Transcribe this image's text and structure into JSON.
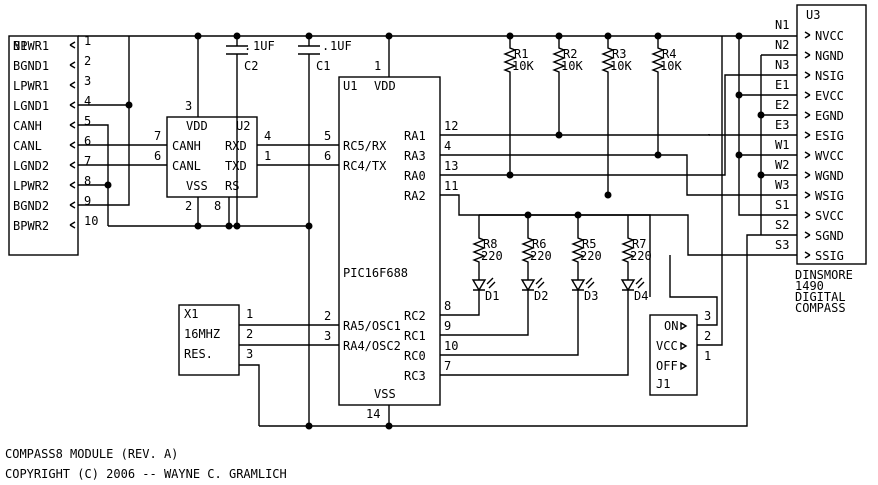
{
  "n1": {
    "ref": "N1",
    "pins": [
      {
        "label": "BPWR1",
        "num": "1"
      },
      {
        "label": "BGND1",
        "num": "2"
      },
      {
        "label": "LPWR1",
        "num": "3"
      },
      {
        "label": "LGND1",
        "num": "4"
      },
      {
        "label": "CANH",
        "num": "5"
      },
      {
        "label": "CANL",
        "num": "6"
      },
      {
        "label": "LGND2",
        "num": "7"
      },
      {
        "label": "LPWR2",
        "num": "8"
      },
      {
        "label": "BGND2",
        "num": "9"
      },
      {
        "label": "BPWR2",
        "num": "10"
      }
    ]
  },
  "u2": {
    "ref": "U2",
    "labels": {
      "vdd": "VDD",
      "canh": "CANH",
      "canl": "CANL",
      "vss": "VSS",
      "rxd": "RXD",
      "txd": "TXD",
      "rs": "RS"
    },
    "pins": {
      "vdd": "3",
      "canh": "7",
      "canl": "6",
      "vss": "2",
      "rs": "8",
      "rxd": "4",
      "txd": "1"
    }
  },
  "caps": [
    {
      "ref": "C2",
      "value": "1UF"
    },
    {
      "ref": "C1",
      "value": "1UF"
    }
  ],
  "u1": {
    "ref": "U1",
    "vdd": "VDD",
    "vdd_pin": "1",
    "part": "PIC16F688",
    "vss": "VSS",
    "vss_pin": "14",
    "left_pins": [
      {
        "label": "RC5/RX",
        "num": "5"
      },
      {
        "label": "RC4/TX",
        "num": "6"
      },
      {
        "label": "RA5/OSC1",
        "num": "2"
      },
      {
        "label": "RA4/OSC2",
        "num": "3"
      }
    ],
    "right_pins": [
      {
        "label": "RA1",
        "num": "12"
      },
      {
        "label": "RA3",
        "num": "4"
      },
      {
        "label": "RA0",
        "num": "13"
      },
      {
        "label": "RA2",
        "num": "11"
      },
      {
        "label": "RC2",
        "num": "8"
      },
      {
        "label": "RC1",
        "num": "9"
      },
      {
        "label": "RC0",
        "num": "10"
      },
      {
        "label": "RC3",
        "num": "7"
      }
    ]
  },
  "resistors": [
    {
      "ref": "R1",
      "value": "10K"
    },
    {
      "ref": "R2",
      "value": "10K"
    },
    {
      "ref": "R3",
      "value": "10K"
    },
    {
      "ref": "R4",
      "value": "10K"
    },
    {
      "ref": "R8",
      "value": "220"
    },
    {
      "ref": "R6",
      "value": "220"
    },
    {
      "ref": "R5",
      "value": "220"
    },
    {
      "ref": "R7",
      "value": "220"
    }
  ],
  "leds": [
    "D1",
    "D2",
    "D3",
    "D4"
  ],
  "x1": {
    "ref": "X1",
    "value": "16MHZ",
    "type": "RES.",
    "pins": [
      "1",
      "2",
      "3"
    ]
  },
  "j1": {
    "ref": "J1",
    "pins": [
      {
        "label": "ON",
        "num": "3"
      },
      {
        "label": "VCC",
        "num": "2"
      },
      {
        "label": "OFF",
        "num": "1"
      }
    ]
  },
  "u3": {
    "ref": "U3",
    "pins": [
      {
        "num": "N1",
        "label": "NVCC"
      },
      {
        "num": "N2",
        "label": "NGND"
      },
      {
        "num": "N3",
        "label": "NSIG"
      },
      {
        "num": "E1",
        "label": "EVCC"
      },
      {
        "num": "E2",
        "label": "EGND"
      },
      {
        "num": "E3",
        "label": "ESIG"
      },
      {
        "num": "W1",
        "label": "WVCC"
      },
      {
        "num": "W2",
        "label": "WGND"
      },
      {
        "num": "W3",
        "label": "WSIG"
      },
      {
        "num": "S1",
        "label": "SVCC"
      },
      {
        "num": "S2",
        "label": "SGND"
      },
      {
        "num": "S3",
        "label": "SSIG"
      }
    ],
    "caption": [
      "DINSMORE",
      "1490",
      "DIGITAL",
      "COMPASS"
    ]
  },
  "footer": {
    "line1": "COMPASS8 MODULE (REV. A)",
    "line2": "COPYRIGHT (C) 2006 -- WAYNE C. GRAMLICH"
  }
}
